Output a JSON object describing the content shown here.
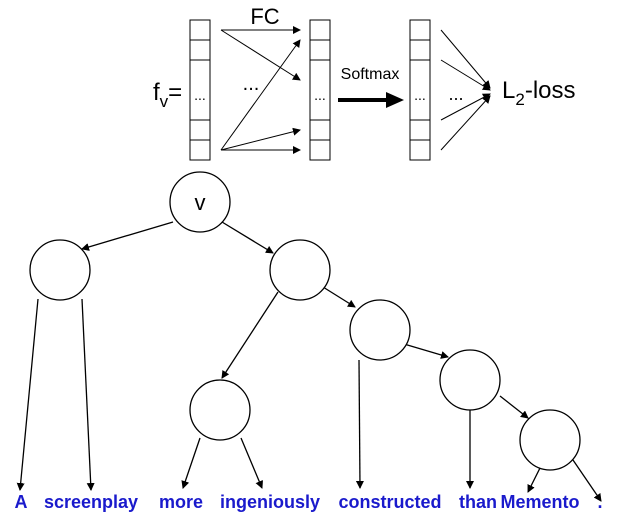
{
  "top": {
    "fv_main": "f",
    "fv_sub": "v",
    "fv_eq": "=",
    "fc_label": "FC",
    "softmax_label": "Softmax",
    "l2_main": "L",
    "l2_sub": "2",
    "l2_rest": "-loss",
    "ellipsis": "..."
  },
  "tree": {
    "root_label": "v"
  },
  "sentence": {
    "words": [
      "A",
      "screenplay",
      "more",
      "ingeniously",
      "constructed",
      "than",
      "Memento",
      "."
    ],
    "color": "#1a1acc"
  }
}
